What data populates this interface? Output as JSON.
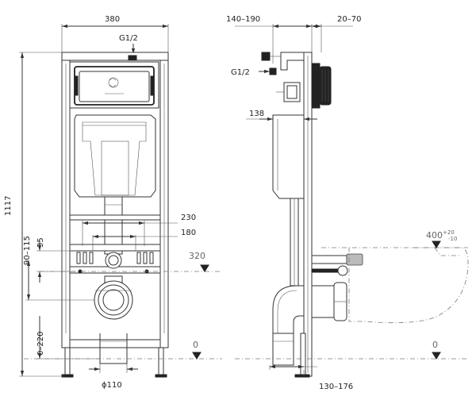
{
  "front_view": {
    "width_380": "380",
    "inlet_g12": "G1/2",
    "dim_230": "230",
    "dim_180": "180",
    "dim_35": "35",
    "dim_90_115": "90–115",
    "dim_1117": "1117",
    "dim_0_220": "0–220",
    "height_320": "320",
    "level_0": "0",
    "outlet_d110": "ϕ110"
  },
  "side_view": {
    "dim_140_190": "140–190",
    "dim_20_70": "20–70",
    "inlet_g12": "G1/2",
    "dim_138": "138",
    "height_400_base": "400",
    "height_400_tol_upper": "+20",
    "height_400_tol_lower": "-10",
    "level_0": "0",
    "dim_130_176": "130–176"
  }
}
